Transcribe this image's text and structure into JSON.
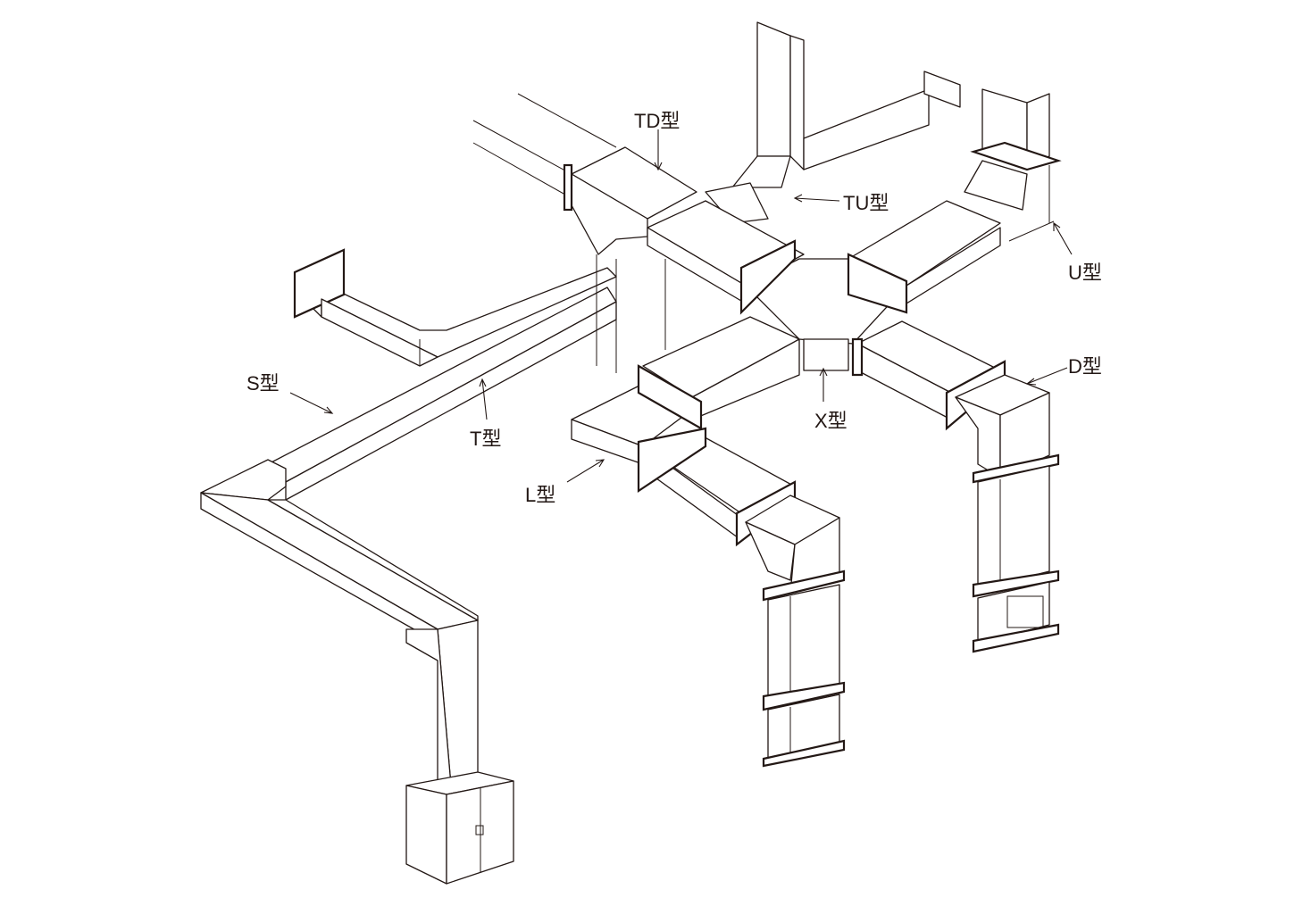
{
  "diagram": {
    "labels": {
      "td": "TD型",
      "tu": "TU型",
      "u": "U型",
      "s": "S型",
      "t": "T型",
      "x": "X型",
      "d": "D型",
      "l": "L型"
    },
    "line_color": "#231815"
  }
}
